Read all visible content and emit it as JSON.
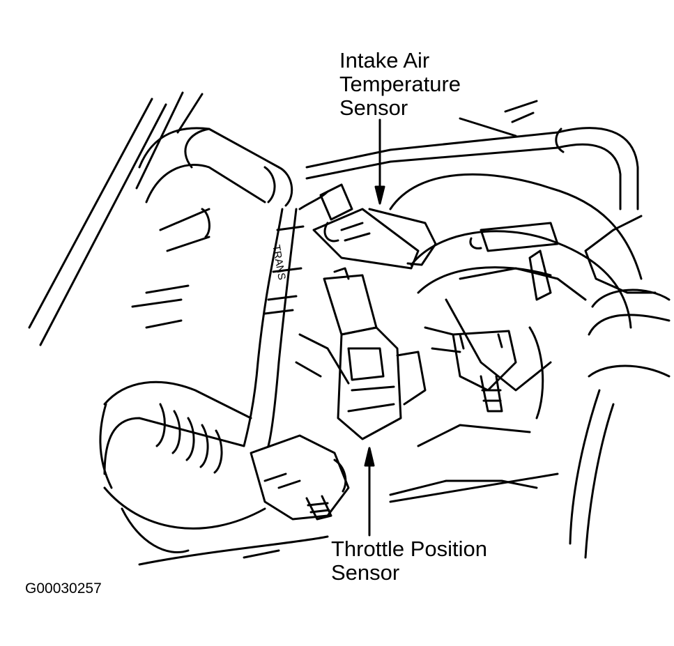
{
  "labels": {
    "intake_air_temp_sensor": [
      "Intake Air",
      "Temperature",
      "Sensor"
    ],
    "throttle_position_sensor": [
      "Throttle Position",
      "Sensor"
    ]
  },
  "figure_id": "G00030257",
  "hose_marking": "TRANS",
  "colors": {
    "line": "#000000",
    "background": "#ffffff"
  }
}
